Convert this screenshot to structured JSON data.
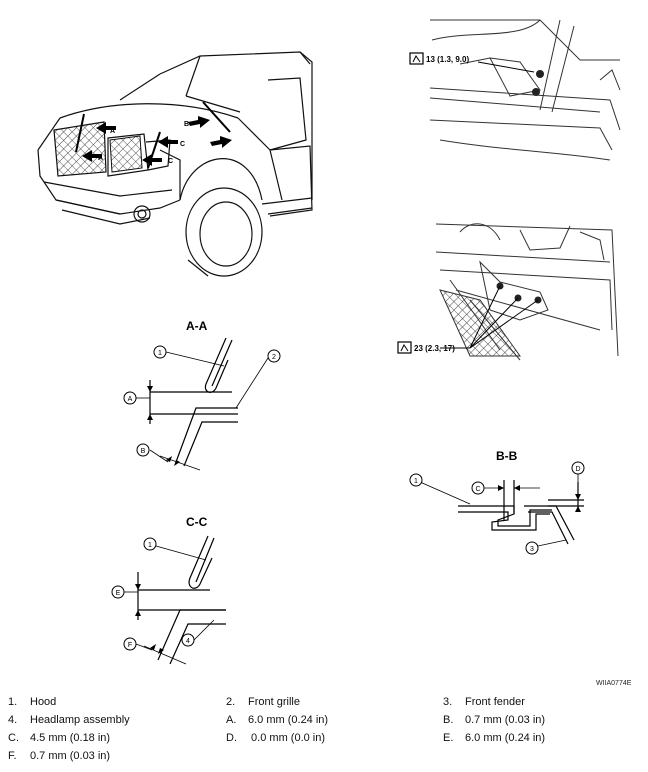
{
  "sections": {
    "aa": "A-A",
    "bb": "B-B",
    "cc": "C-C"
  },
  "torque": {
    "upper": "13 (1.3, 9.0)",
    "lower": "23 (2.3, 17)",
    "icon": "torque-wrench-icon"
  },
  "figure_id": "WIIA0774E",
  "callouts": {
    "one": "1",
    "two": "2",
    "three": "3",
    "four": "4",
    "a": "A",
    "b": "B",
    "c": "C",
    "d": "D",
    "e": "E",
    "f": "F"
  },
  "legend": [
    {
      "key": "1.",
      "text": "Hood"
    },
    {
      "key": "2.",
      "text": "Front grille"
    },
    {
      "key": "3.",
      "text": "Front fender"
    },
    {
      "key": "4.",
      "text": "Headlamp assembly"
    },
    {
      "key": "A.",
      "text": "6.0 mm (0.24 in)"
    },
    {
      "key": "B.",
      "text": "0.7 mm (0.03 in)"
    },
    {
      "key": "C.",
      "text": "4.5 mm (0.18 in)"
    },
    {
      "key": "D.",
      "text": " 0.0 mm (0.0 in)"
    },
    {
      "key": "E.",
      "text": "6.0 mm (0.24 in)"
    },
    {
      "key": "F.",
      "text": "0.7 mm (0.03 in)"
    }
  ]
}
